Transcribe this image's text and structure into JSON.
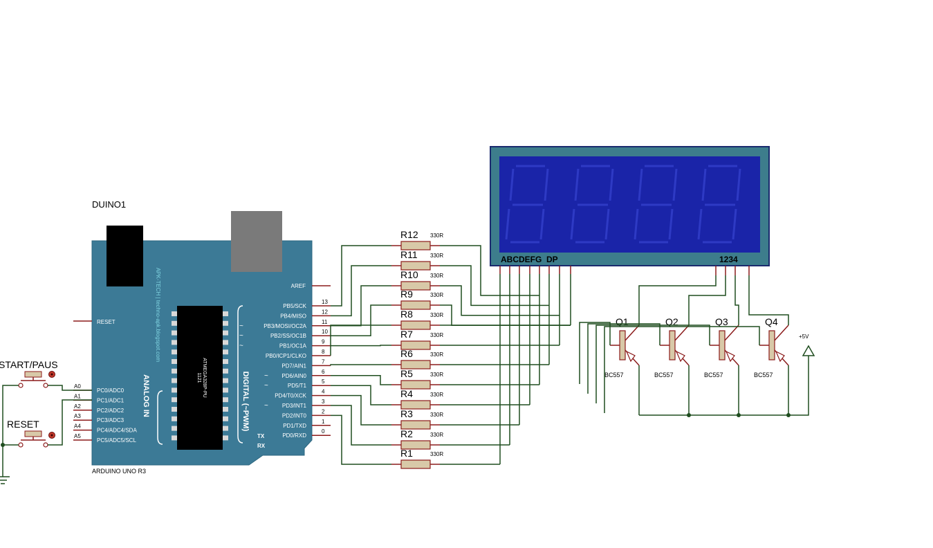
{
  "board": {
    "ref": "DUINO1",
    "name": "ARDUINO UNO R3",
    "vertical_text": "APK-TECH | techno-apk.blogspot.com",
    "analog_label": "ANALOG IN",
    "digital_label": "DIGITAL (~PWM)",
    "chip_line1": "1121",
    "chip_line2": "ATMEGA328P-PU",
    "reset_pin": "RESET",
    "aref_pin": "AREF",
    "tx": "TX",
    "rx": "RX",
    "analog_pins": [
      {
        "name": "PC0/ADC0",
        "num": "A0"
      },
      {
        "name": "PC1/ADC1",
        "num": "A1"
      },
      {
        "name": "PC2/ADC2",
        "num": "A2"
      },
      {
        "name": "PC3/ADC3",
        "num": "A3"
      },
      {
        "name": "PC4/ADC4/SDA",
        "num": "A4"
      },
      {
        "name": "PC5/ADC5/SCL",
        "num": "A5"
      }
    ],
    "digital_pins": [
      {
        "name": "PB5/SCK",
        "num": "13",
        "pwm": false
      },
      {
        "name": "PB4/MISO",
        "num": "12",
        "pwm": false
      },
      {
        "name": "PB3/MOSI/OC2A",
        "num": "11",
        "pwm": true
      },
      {
        "name": "PB2/SS/OC1B",
        "num": "10",
        "pwm": true
      },
      {
        "name": "PB1/OC1A",
        "num": "9",
        "pwm": true
      },
      {
        "name": "PB0/ICP1/CLKO",
        "num": "8",
        "pwm": false
      },
      {
        "name": "PD7/AIN1",
        "num": "7",
        "pwm": false
      },
      {
        "name": "PD6/AIN0",
        "num": "6",
        "pwm": true
      },
      {
        "name": "PD5/T1",
        "num": "5",
        "pwm": true
      },
      {
        "name": "PD4/T0/XCK",
        "num": "4",
        "pwm": false
      },
      {
        "name": "PD3/INT1",
        "num": "3",
        "pwm": true
      },
      {
        "name": "PD2/INT0",
        "num": "2",
        "pwm": false
      },
      {
        "name": "PD1/TXD",
        "num": "1",
        "pwm": false
      },
      {
        "name": "PD0/RXD",
        "num": "0",
        "pwm": false
      }
    ]
  },
  "buttons": [
    {
      "label": "START/PAUS"
    },
    {
      "label": "RESET"
    }
  ],
  "resistors": [
    {
      "name": "R12",
      "value": "330R"
    },
    {
      "name": "R11",
      "value": "330R"
    },
    {
      "name": "R10",
      "value": "330R"
    },
    {
      "name": "R9",
      "value": "330R"
    },
    {
      "name": "R8",
      "value": "330R"
    },
    {
      "name": "R7",
      "value": "330R"
    },
    {
      "name": "R6",
      "value": "330R"
    },
    {
      "name": "R5",
      "value": "330R"
    },
    {
      "name": "R4",
      "value": "330R"
    },
    {
      "name": "R3",
      "value": "330R"
    },
    {
      "name": "R2",
      "value": "330R"
    },
    {
      "name": "R1",
      "value": "330R"
    }
  ],
  "display": {
    "segments_label": "ABCDEFG  DP",
    "digits_label": "1234"
  },
  "transistors": [
    {
      "name": "Q1",
      "part": "BC557"
    },
    {
      "name": "Q2",
      "part": "BC557"
    },
    {
      "name": "Q3",
      "part": "BC557"
    },
    {
      "name": "Q4",
      "part": "BC557"
    }
  ],
  "power": {
    "label": "+5V"
  },
  "colors": {
    "wire": "#1f4d1f",
    "pin": "#8b1a1a",
    "board": "#3c7a96",
    "display_frame": "#3d7d8c",
    "display_screen": "#1a24a8",
    "resistor_body": "#d8c9a8"
  }
}
